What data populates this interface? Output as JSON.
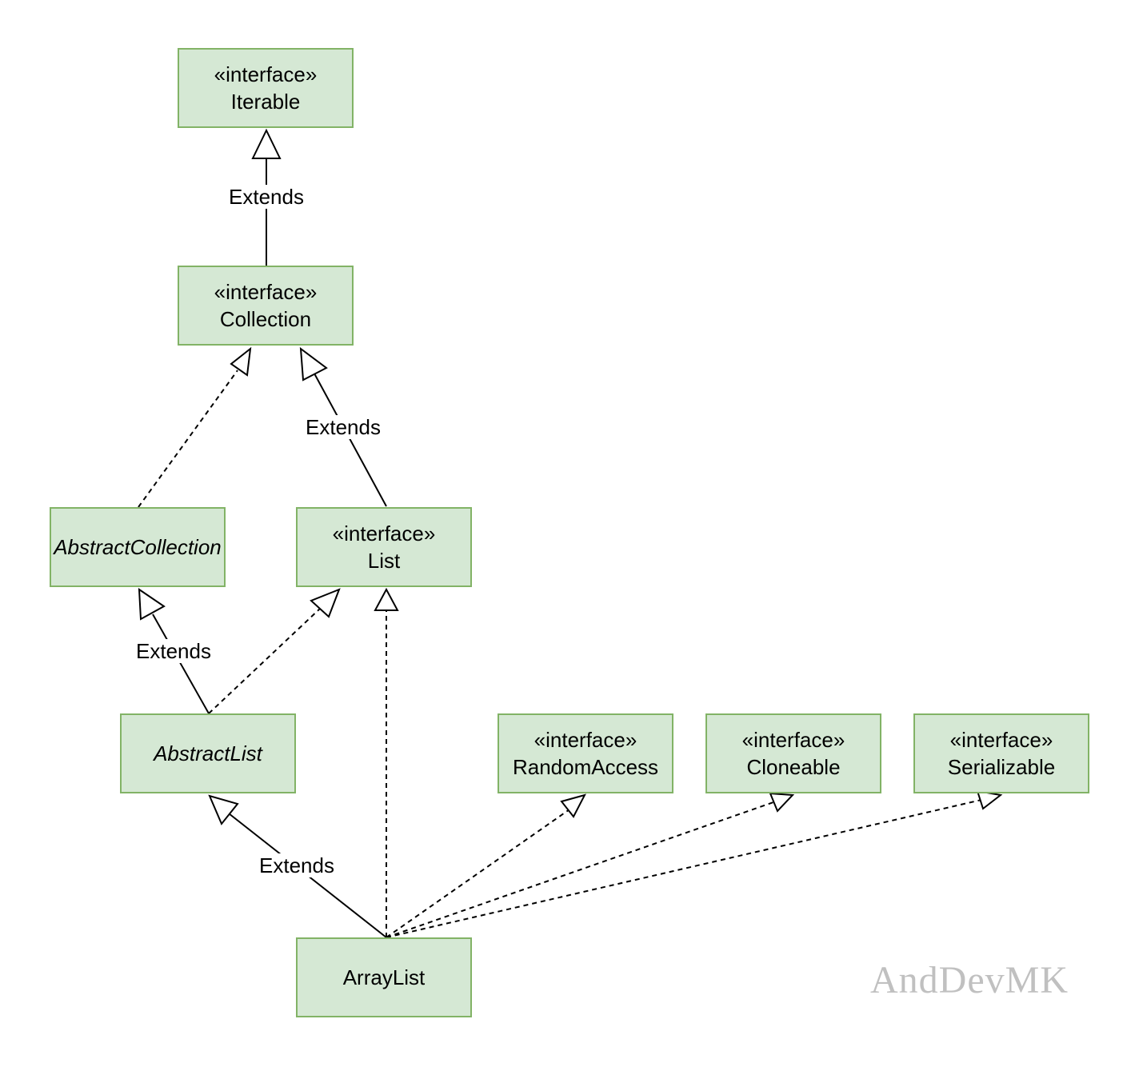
{
  "nodes": {
    "iterable": {
      "stereotype": "«interface»",
      "name": "Iterable"
    },
    "collection": {
      "stereotype": "«interface»",
      "name": "Collection"
    },
    "abstract_collection": {
      "name": "AbstractCollection"
    },
    "list": {
      "stereotype": "«interface»",
      "name": "List"
    },
    "abstract_list": {
      "name": "AbstractList"
    },
    "random_access": {
      "stereotype": "«interface»",
      "name": "RandomAccess"
    },
    "cloneable": {
      "stereotype": "«interface»",
      "name": "Cloneable"
    },
    "serializable": {
      "stereotype": "«interface»",
      "name": "Serializable"
    },
    "array_list": {
      "name": "ArrayList"
    }
  },
  "edges": {
    "collection_to_iterable": "Extends",
    "list_to_collection": "Extends",
    "abstract_list_to_abstract_collection": "Extends",
    "array_list_to_abstract_list": "Extends"
  },
  "watermark": "AndDevMK",
  "colors": {
    "node_fill": "#d5e8d4",
    "node_border": "#82b366",
    "watermark": "#c0c0c0"
  }
}
